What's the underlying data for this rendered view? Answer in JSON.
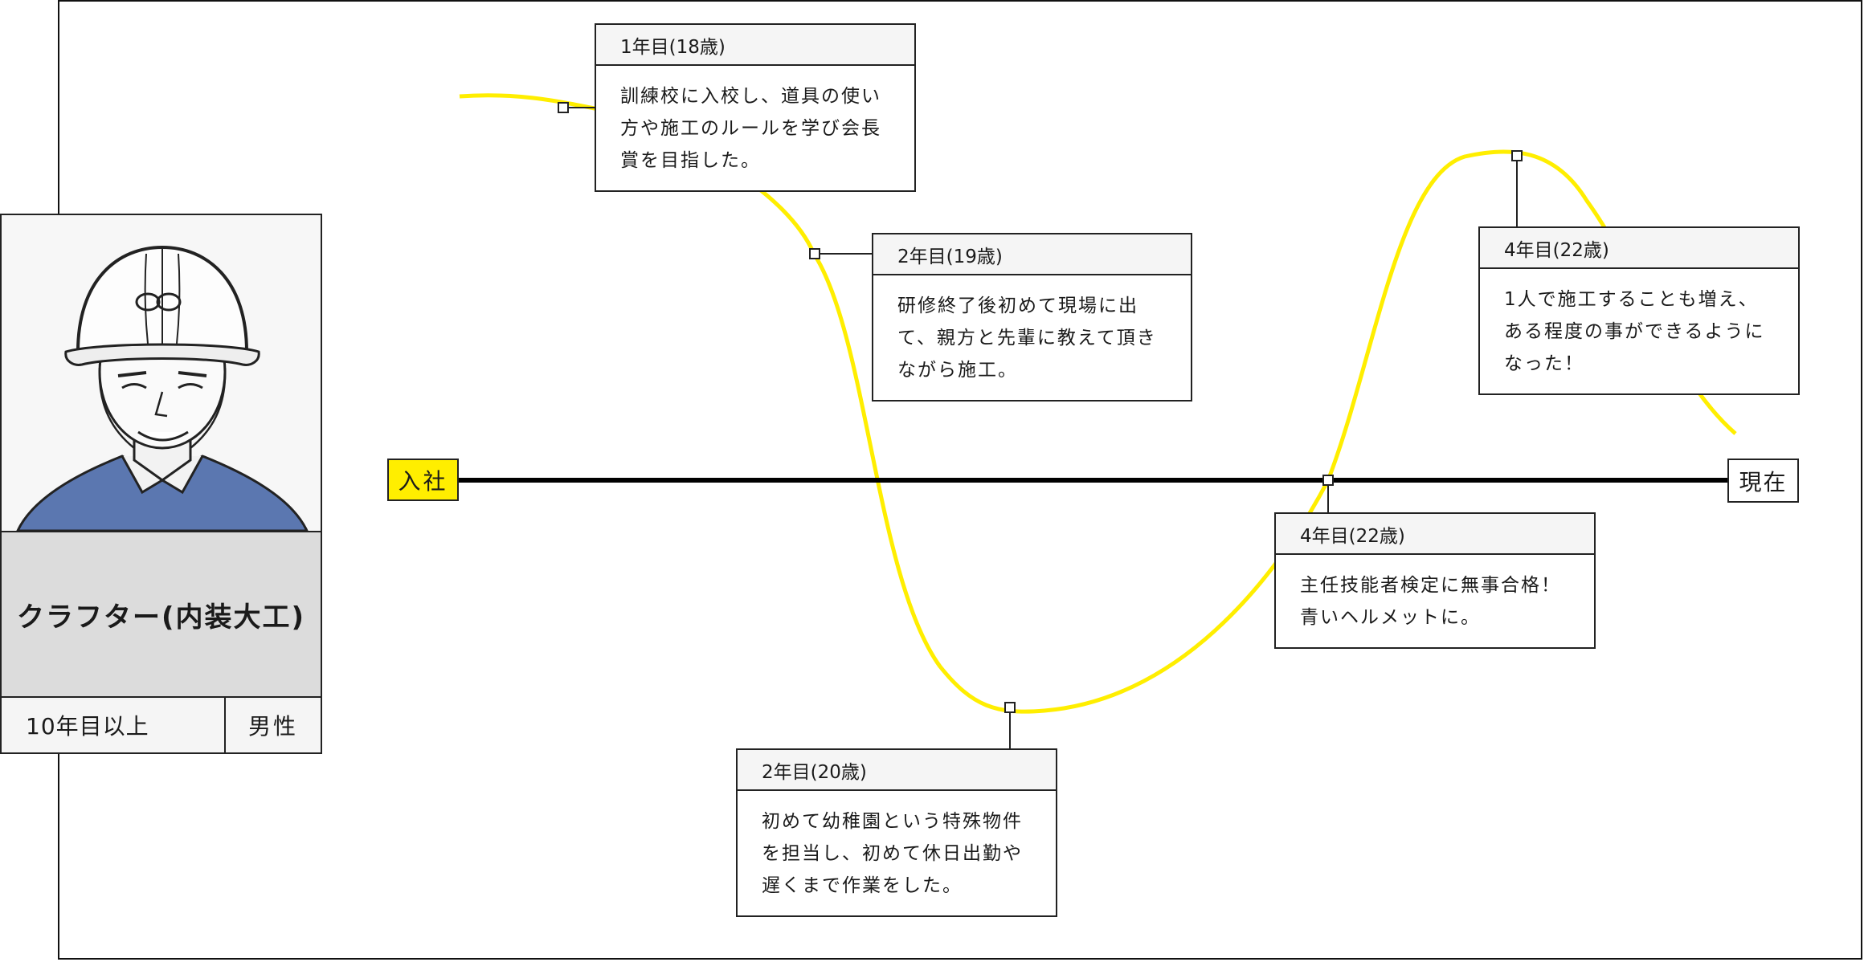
{
  "profile": {
    "job_title": "クラフター(内装大工)",
    "years": "10年目以上",
    "gender": "男性",
    "portrait_icon": "worker-with-helmet-portrait"
  },
  "timeline": {
    "start_label": "入社",
    "end_label": "現在",
    "curve_color": "#ffee00",
    "line_color": "#000000"
  },
  "events": [
    {
      "title": "1年目(18歳)",
      "text": "訓練校に入校し、道具の使い\n方や施工のルールを学び会長\n賞を目指した。"
    },
    {
      "title": "2年目(19歳)",
      "text": "研修終了後初めて現場に出\nて、親方と先輩に教えて頂き\nながら施工。"
    },
    {
      "title": "2年目(20歳)",
      "text": "初めて幼稚園という特殊物件\nを担当し、初めて休日出勤や\n遅くまで作業をした。"
    },
    {
      "title": "4年目(22歳)",
      "text": "主任技能者検定に無事合格！\n青いヘルメットに。"
    },
    {
      "title": "4年目(22歳)",
      "text": "1人で施工することも増え、\nある程度の事ができるように\nなった！"
    }
  ]
}
